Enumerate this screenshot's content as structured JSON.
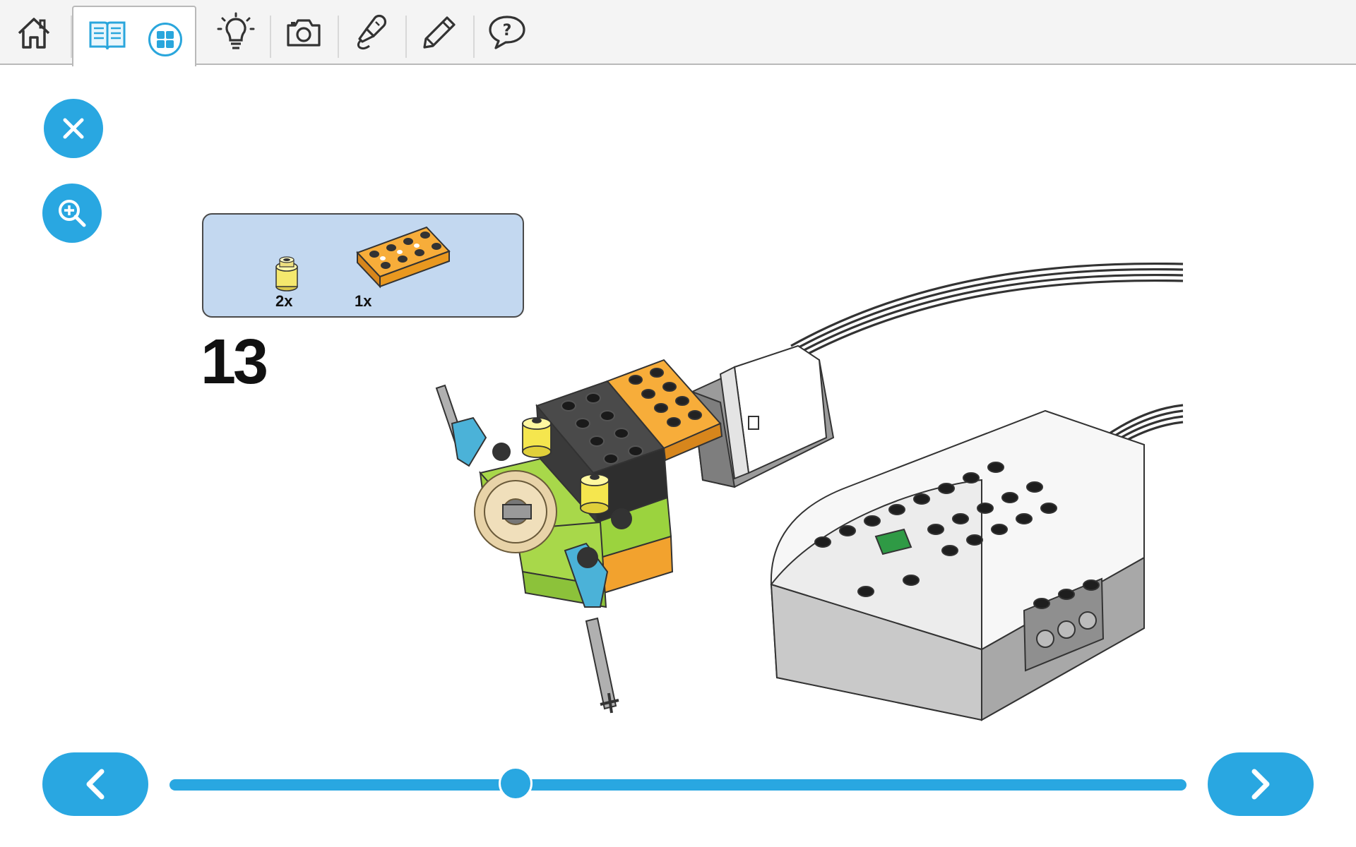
{
  "toolbar": {
    "icons": [
      "home-icon",
      "book-icon",
      "grid-icon",
      "lightbulb-icon",
      "camera-icon",
      "microphone-icon",
      "pencil-icon",
      "help-chat-icon"
    ]
  },
  "parts": [
    {
      "icon": "round-plate-1x1-transparent-yellow",
      "qty": "2x"
    },
    {
      "icon": "plate-2x4-orange",
      "qty": "1x"
    }
  ],
  "step": {
    "number": "13"
  },
  "slider": {
    "position_fraction": 0.34
  },
  "colors": {
    "accent": "#29a7e1",
    "parts_bg": "#c3d8f0"
  }
}
